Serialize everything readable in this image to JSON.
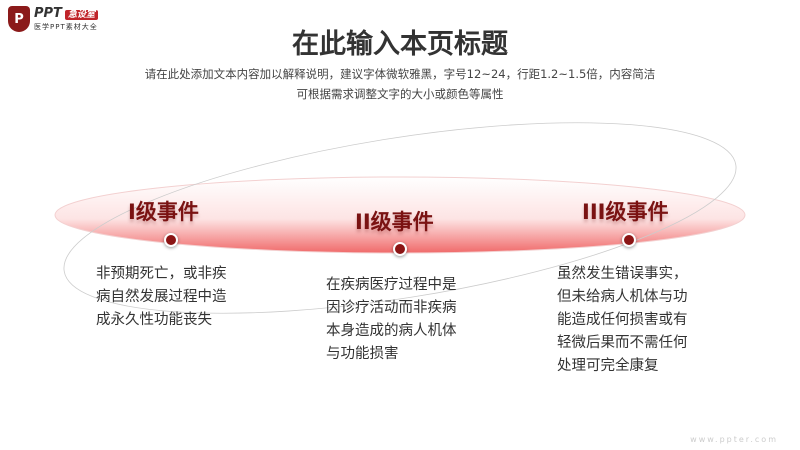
{
  "logo": {
    "mark": "P",
    "name": "PPT",
    "badge": "急设室",
    "tagline": "医学PPT素材大全"
  },
  "header": {
    "title": "在此输入本页标题",
    "subtitle_line1": "请在此处添加文本内容加以解释说明，建议字体微软雅黑，字号12~24，行距1.2~1.5倍，内容简洁",
    "subtitle_line2": "可根据需求调整文字的大小或颜色等属性"
  },
  "levels": [
    {
      "label": "I级事件",
      "desc": "非预期死亡，或非疾病自然发展过程中造成永久性功能丧失"
    },
    {
      "label": "II级事件",
      "desc": "在疾病医疗过程中是因诊疗活动而非疾病本身造成的病人机体与功能损害"
    },
    {
      "label": "III级事件",
      "desc": "虽然发生错误事实，但未给病人机体与功能造成任何损害或有轻微后果而不需任何处理可完全康复"
    }
  ],
  "watermark": "www.ppter.com"
}
